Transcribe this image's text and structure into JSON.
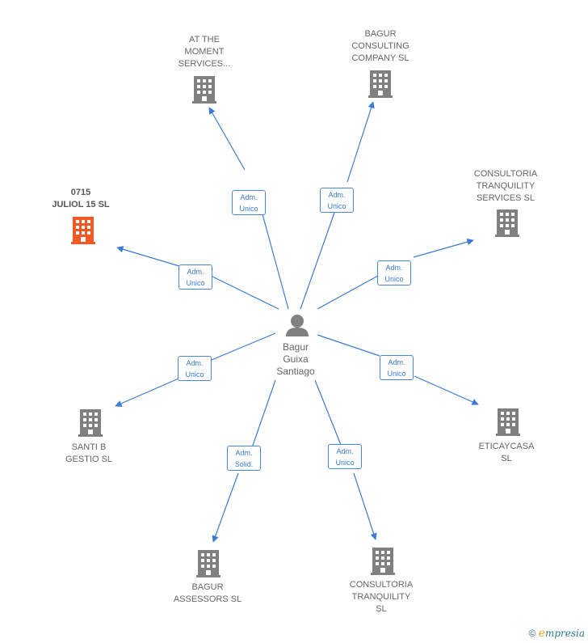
{
  "center": {
    "name": "Bagur\nGuixa\nSantiago",
    "icon": "person-icon"
  },
  "colors": {
    "edge": "#3a7bd5",
    "company": "#808080",
    "highlight": "#f05a28"
  },
  "nodes": [
    {
      "id": "at-the-moment",
      "label": "AT THE\nMOMENT\nSERVICES...",
      "relation": "Adm.\nUnico",
      "highlight": false
    },
    {
      "id": "bagur-consulting",
      "label": "BAGUR\nCONSULTING\nCOMPANY SL",
      "relation": "Adm.\nUnico",
      "highlight": false
    },
    {
      "id": "consultoria-tranquility-services",
      "label": "CONSULTORIA\nTRANQUILITY\nSERVICES  SL",
      "relation": "Adm.\nUnico",
      "highlight": false
    },
    {
      "id": "0715-juliol",
      "label": "0715\nJULIOL 15  SL",
      "relation": "Adm.\nUnico",
      "highlight": true
    },
    {
      "id": "santi-b-gestio",
      "label": "SANTI B\nGESTIO  SL",
      "relation": "Adm.\nUnico",
      "highlight": false
    },
    {
      "id": "eticaycasa",
      "label": "ETICAYCASA\nSL",
      "relation": "Adm.\nUnico",
      "highlight": false
    },
    {
      "id": "bagur-assessors",
      "label": "BAGUR\nASSESSORS SL",
      "relation": "Adm.\nSolid.",
      "highlight": false
    },
    {
      "id": "consultoria-tranquility",
      "label": "CONSULTORIA\nTRANQUILITY\nSL",
      "relation": "Adm.\nUnico",
      "highlight": false
    }
  ],
  "footer": {
    "copyright": "©",
    "brand_initial": "e",
    "brand_rest": "mpresia"
  }
}
